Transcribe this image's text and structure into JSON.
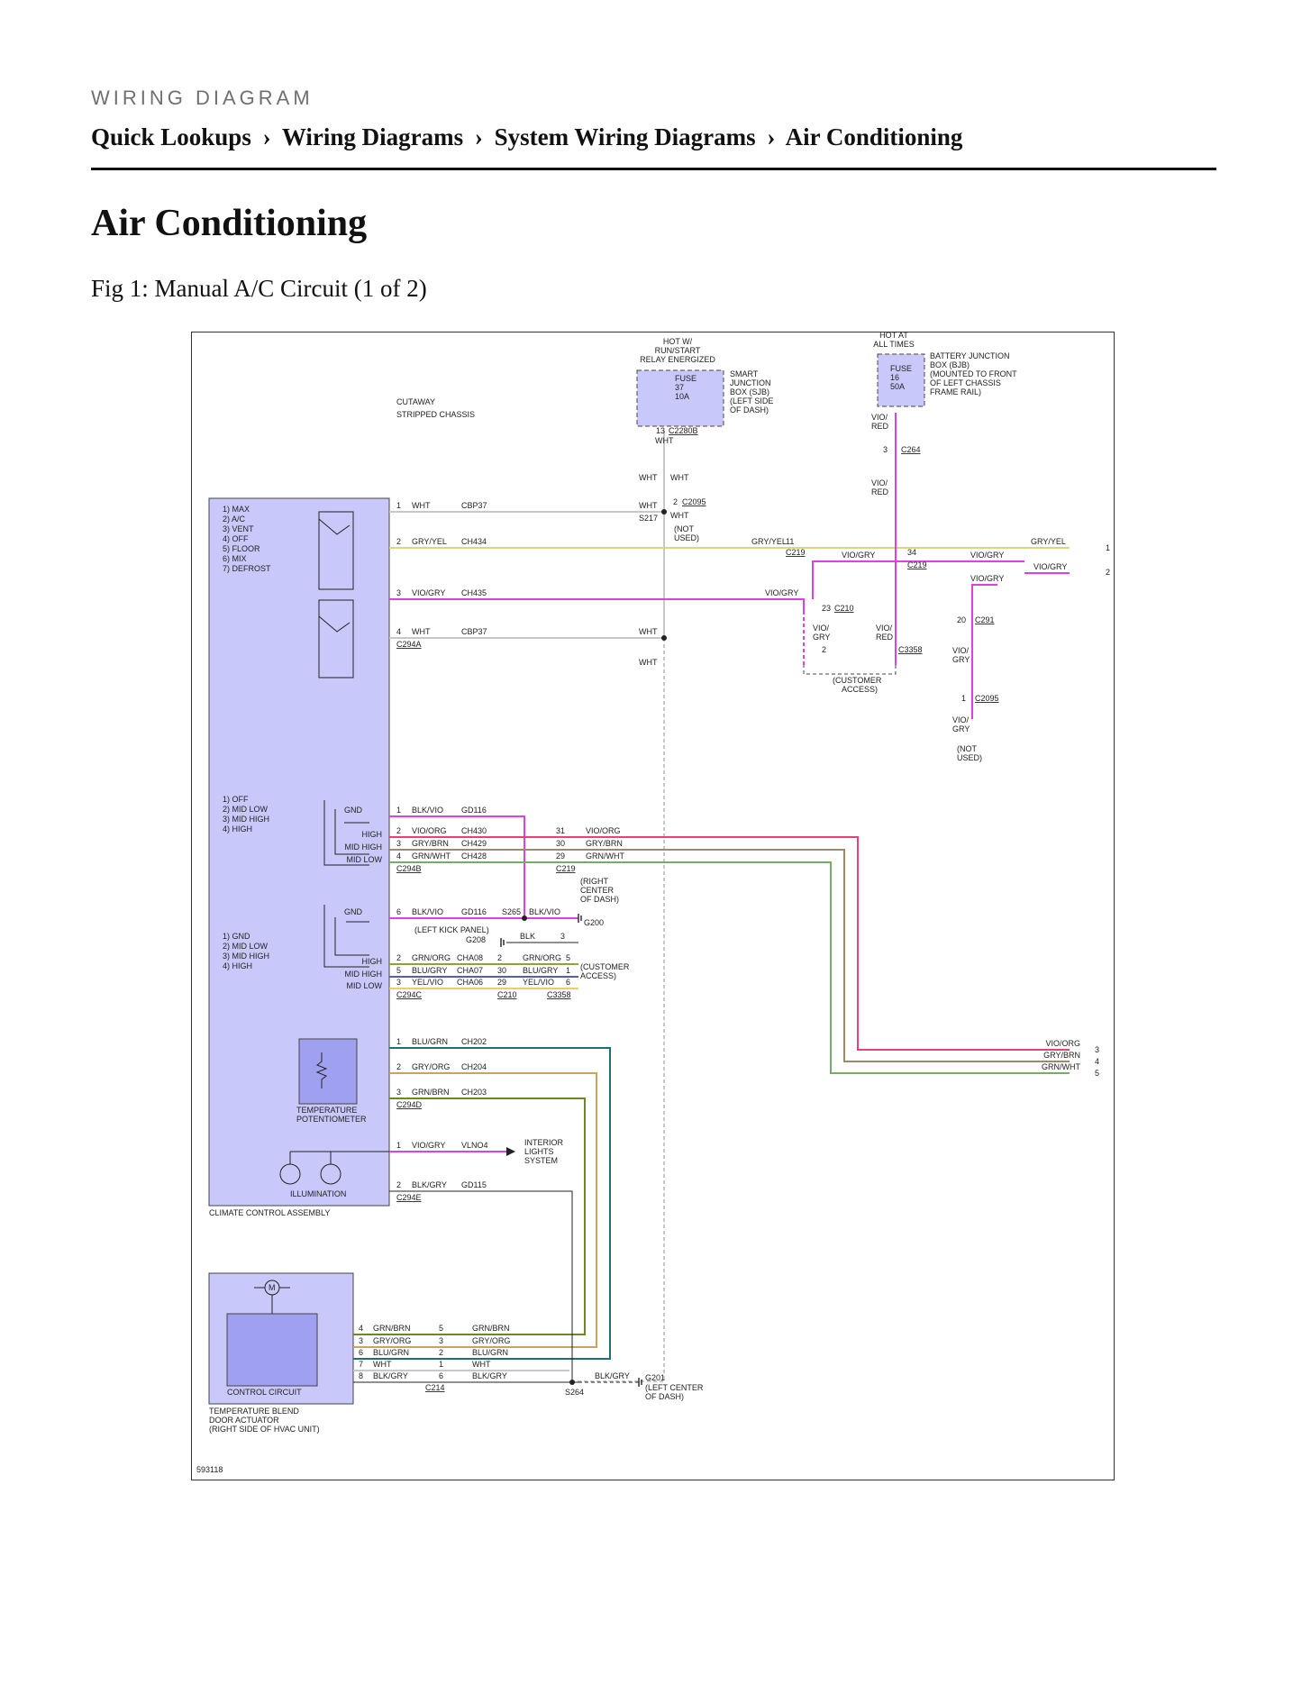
{
  "header": {
    "eyebrow": "WIRING DIAGRAM",
    "breadcrumb": [
      "Quick Lookups",
      "Wiring Diagrams",
      "System Wiring Diagrams",
      "Air Conditioning"
    ],
    "separator": "›"
  },
  "page_title": "Air Conditioning",
  "figure_caption": "Fig 1: Manual A/C Circuit (1 of 2)",
  "diagram": {
    "figure_id": "593118",
    "legend": [
      "CUTAWAY",
      "STRIPPED CHASSIS"
    ],
    "sjb": {
      "hot_label": [
        "HOT W/",
        "RUN/START",
        "RELAY ENERGIZED"
      ],
      "fuse": [
        "FUSE",
        "37",
        "10A"
      ],
      "desc": [
        "SMART",
        "JUNCTION",
        "BOX (SJB)",
        "(LEFT SIDE",
        "OF DASH)"
      ]
    },
    "bjb": {
      "hot_label": [
        "HOT AT",
        "ALL TIMES"
      ],
      "fuse": [
        "FUSE",
        "16",
        "50A"
      ],
      "desc": [
        "BATTERY JUNCTION",
        "BOX (BJB)",
        "(MOUNTED TO FRONT",
        "OF LEFT CHASSIS",
        "FRAME RAIL)"
      ]
    },
    "mode_switch_list": [
      "1) MAX",
      "2) A/C",
      "3) VENT",
      "4) OFF",
      "5) FLOOR",
      "6) MIX",
      "7) DEFROST"
    ],
    "blower_list_1": [
      "1) OFF",
      "2) MID LOW",
      "3) MID HIGH",
      "4) HIGH"
    ],
    "blower_list_2": [
      "1) GND",
      "2) MID LOW",
      "3) MID HIGH",
      "4) HIGH"
    ],
    "speed_labels": [
      "GND",
      "HIGH",
      "MID HIGH",
      "MID LOW"
    ],
    "climate_wires": [
      {
        "pin": "1",
        "color": "WHT",
        "circuit": "CBP37"
      },
      {
        "pin": "2",
        "color": "GRY/YEL",
        "circuit": "CH434"
      },
      {
        "pin": "3",
        "color": "VIO/GRY",
        "circuit": "CH435"
      },
      {
        "pin": "4",
        "color": "WHT",
        "circuit": "CBP37"
      }
    ],
    "blower1_wires": [
      {
        "pin": "1",
        "color": "BLK/VIO",
        "circuit": "GD116"
      },
      {
        "pin": "2",
        "color": "VIO/ORG",
        "circuit": "CH430"
      },
      {
        "pin": "3",
        "color": "GRY/BRN",
        "circuit": "CH429"
      },
      {
        "pin": "4",
        "color": "GRN/WHT",
        "circuit": "CH428"
      }
    ],
    "blower2_wires": [
      {
        "pin": "6",
        "color": "BLK/VIO",
        "circuit": "GD116"
      },
      {
        "pin": "2",
        "color": "GRN/ORG",
        "circuit": "CHA08"
      },
      {
        "pin": "5",
        "color": "BLU/GRY",
        "circuit": "CHA07"
      },
      {
        "pin": "3",
        "color": "YEL/VIO",
        "circuit": "CHA06"
      }
    ],
    "pot_wires": [
      {
        "pin": "1",
        "color": "BLU/GRN",
        "circuit": "CH202"
      },
      {
        "pin": "2",
        "color": "GRY/ORG",
        "circuit": "CH204"
      },
      {
        "pin": "3",
        "color": "GRN/BRN",
        "circuit": "CH203"
      }
    ],
    "illum_wires": [
      {
        "pin": "1",
        "color": "VIO/GRY",
        "circuit": "VLNO4"
      },
      {
        "pin": "2",
        "color": "BLK/GRY",
        "circuit": "GD115"
      }
    ],
    "c219_wires": [
      {
        "pin": "31",
        "color": "VIO/ORG"
      },
      {
        "pin": "30",
        "color": "GRY/BRN"
      },
      {
        "pin": "29",
        "color": "GRN/WHT"
      }
    ],
    "c210_wires": [
      {
        "pin": "2",
        "color": "GRN/ORG",
        "pin2": "5"
      },
      {
        "pin": "30",
        "color": "BLU/GRY",
        "pin2": "1"
      },
      {
        "pin": "29",
        "color": "YEL/VIO",
        "pin2": "6"
      }
    ],
    "right_out_wires": [
      {
        "color": "VIO/ORG",
        "pin": "3"
      },
      {
        "color": "GRY/BRN",
        "pin": "4"
      },
      {
        "color": "GRN/WHT",
        "pin": "5"
      }
    ],
    "actuator_wires": [
      {
        "pin": "4",
        "color": "GRN/BRN",
        "pin2": "5",
        "color2": "GRN/BRN"
      },
      {
        "pin": "3",
        "color": "GRY/ORG",
        "pin2": "3",
        "color2": "GRY/ORG"
      },
      {
        "pin": "6",
        "color": "BLU/GRN",
        "pin2": "2",
        "color2": "BLU/GRN"
      },
      {
        "pin": "7",
        "color": "WHT",
        "pin2": "1",
        "color2": "WHT"
      },
      {
        "pin": "8",
        "color": "BLK/GRY",
        "pin2": "6",
        "color2": "BLK/GRY"
      }
    ],
    "connectors": {
      "c2280b": "C2280B",
      "c2095": "C2095",
      "c264": "C264",
      "c219": "C219",
      "c210": "C210",
      "c3358": "C3358",
      "c291": "C291",
      "c294a": "C294A",
      "c294b": "C294B",
      "c294c": "C294C",
      "c294d": "C294D",
      "c294e": "C294E",
      "c214": "C214",
      "s217": "S217",
      "s265": "S265",
      "s264": "S264",
      "g200": "G200",
      "g208": "G208",
      "g201": "G201"
    },
    "labels": {
      "wht": "WHT",
      "blk": "BLK",
      "blk_vio": "BLK/VIO",
      "blk_gry": "BLK/GRY",
      "gry_yel": "GRY/YEL",
      "vio_gry": "VIO/GRY",
      "vio_slash": "VIO/",
      "red": "RED",
      "gry": "GRY",
      "not": "(NOT",
      "used": "USED)",
      "customer": "(CUSTOMER",
      "access": "ACCESS)",
      "left_kick": "(LEFT KICK PANEL)",
      "right_center": [
        "(RIGHT",
        "CENTER",
        "OF DASH)"
      ],
      "left_center": [
        "(LEFT CENTER",
        "OF DASH)"
      ],
      "interior_lights": [
        "INTERIOR",
        "LIGHTS",
        "SYSTEM"
      ],
      "temp_pot": [
        "TEMPERATURE",
        "POTENTIOMETER"
      ],
      "illumination": "ILLUMINATION",
      "climate_assembly": "CLIMATE CONTROL ASSEMBLY",
      "control_circuit": "CONTROL CIRCUIT",
      "actuator": [
        "TEMPERATURE BLEND",
        "DOOR ACTUATOR",
        "(RIGHT SIDE OF HVAC UNIT)"
      ],
      "motor": "M",
      "p1": "1",
      "p2": "2",
      "p3": "3",
      "p11": "11",
      "p13": "13",
      "p16": "16",
      "p20": "20",
      "p23": "23",
      "p34": "34"
    }
  },
  "colors": {
    "module_fill": "#c8c8fa",
    "module_dark": "#a0a0f0",
    "magenta": "#e040e0",
    "gry_yel": "#d8d880",
    "wht": "#c8c8c8",
    "vio_org": "#e8407a",
    "gry_brn": "#a08868",
    "grn_wht": "#70b060",
    "grn_org": "#90a040",
    "blu_gry": "#5060b0",
    "yel_vio": "#e8d060",
    "blu_grn": "#207070",
    "gry_org": "#d0a060",
    "grn_brn": "#6a8a20",
    "blk": "#222222"
  }
}
